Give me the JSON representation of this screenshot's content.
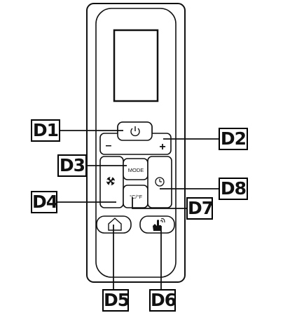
{
  "buttons": {
    "power": {
      "icon": "power-icon"
    },
    "temp_minus": {
      "label": "–"
    },
    "temp_plus": {
      "label": "+"
    },
    "mode": {
      "label": "MODE"
    },
    "fan": {
      "icon": "fan-icon"
    },
    "unit": {
      "label": "°C/°F"
    },
    "timer": {
      "icon": "clock-icon"
    },
    "home": {
      "icon": "home-icon"
    },
    "wifi": {
      "icon": "hand-touch-icon"
    }
  },
  "callouts": {
    "d1": "D1",
    "d2": "D2",
    "d3": "D3",
    "d4": "D4",
    "d5": "D5",
    "d6": "D6",
    "d7": "D7",
    "d8": "D8"
  },
  "colors": {
    "line": "#111111",
    "body": "#ffffff",
    "display": "#ffffff"
  }
}
